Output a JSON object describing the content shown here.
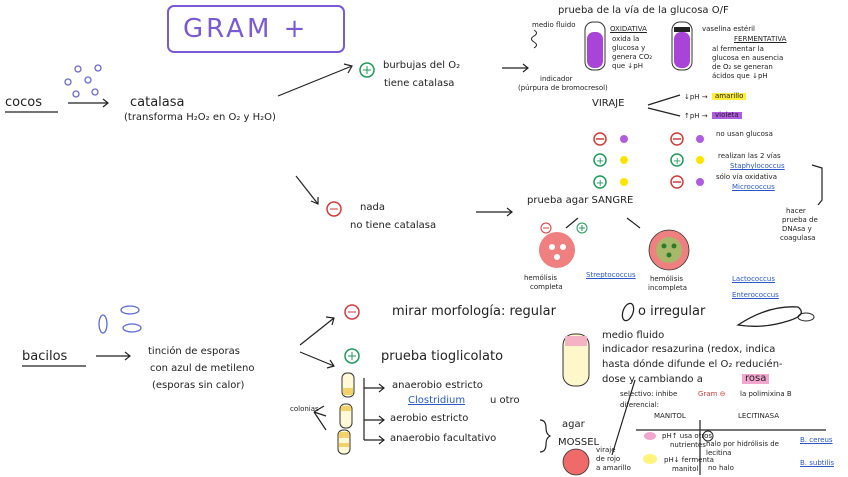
{
  "title": "GRAM +",
  "cocos": {
    "label": "cocos",
    "catalasa": "catalasa",
    "catalasa_note": "(transforma H₂O₂ en O₂ y H₂O)",
    "plus_branch": {
      "line1": "burbujas del O₂",
      "line2": "tiene catalasa"
    },
    "minus_branch": {
      "line1": "nada",
      "line2": "no tiene catalasa"
    }
  },
  "glucosa": {
    "title": "prueba de la vía de la glucosa O/F",
    "medio_fluido": "medio fluido",
    "indicador": "indicador",
    "indicador_note": "(púrpura de bromocresol)",
    "oxidativa": "OXIDATIVA",
    "oxidativa_text": [
      "oxida la",
      "glucosa y",
      "genera CO₂",
      "que ↓pH"
    ],
    "vaselina": "vaselina estéril",
    "fermentativa": "FERMENTATIVA",
    "fermentativa_text": [
      "al fermentar la",
      "glucosa en ausencia",
      "de O₂ se generan",
      "ácidos que ↓pH"
    ],
    "viraje": "VIRAJE",
    "down_ph": "↓pH →",
    "amarillo": "amarillo",
    "up_ph": "↑pH →",
    "violeta": "violeta",
    "no_usan": "no usan glucosa",
    "realizan": "realizan las 2 vías",
    "staphylococcus": "Staphylococcus",
    "solo_oxidativa": "sólo vía oxidativa",
    "micrococcus": "Micrococcus",
    "hacer_prueba": [
      "hacer",
      "prueba de",
      "DNAsa y",
      "coagulasa"
    ]
  },
  "sangre": {
    "prueba": "prueba agar SANGRE",
    "hemolisis_completa": [
      "hemólisis",
      "completa"
    ],
    "streptococcus": "Streptococcus",
    "hemolisis_incompleta": [
      "hemólisis",
      "incompleta"
    ],
    "lactococcus": "Lactococcus",
    "enterococcus": "Enterococcus"
  },
  "bacilos": {
    "label": "bacilos",
    "tincion": [
      "tinción de esporas",
      "con azul de metileno",
      "(esporas sin calor)"
    ],
    "mirar": "mirar morfología: regular",
    "irregular": "o irregular",
    "tioglicolato": "prueba tioglicolato",
    "medio_fluido": "medio fluido",
    "indicador_text": [
      "indicador resazurina (redox, indica",
      "hasta dónde difunde el O₂ reducién-",
      "dose y cambiando a"
    ],
    "rosa": "rosa",
    "colonias": "colonias",
    "anaerobio": "anaerobio estricto",
    "clostridium": "Clostridium",
    "u_otro": "u otro",
    "aerobio": "aerobio estricto",
    "facultativo": "anaerobio facultativo",
    "selectivo": "selectivo: inhibe",
    "gram_neg": "Gram ⊖",
    "polimixina": "la polimixina B",
    "diferencial": "diferencial:",
    "agar": "agar",
    "mossel": "MOSSEL",
    "viraje_rojo": [
      "viraje",
      "de rojo",
      "a amarillo"
    ],
    "manitol": "MANITOL",
    "lecitinasa": "LECITINASA",
    "ph_usa": [
      "pH↑ usa otros",
      "nutrientes"
    ],
    "ph_fermenta": [
      "pH↓ fermenta",
      "manitol"
    ],
    "halo": [
      "halo por hidrólisis de",
      "lecitina"
    ],
    "no_halo": "no halo",
    "b_cereus": "B. cereus",
    "b_subtilis": "B. subtilis"
  },
  "colors": {
    "title_box": "#7b5ad6",
    "plus": "#1f9a5a",
    "minus": "#d33a3a",
    "violet": "#a845d8",
    "yellow": "#ffe400",
    "blood": "#f08080",
    "green_dot": "#3d9c3a",
    "blue": "#2a57c9"
  }
}
